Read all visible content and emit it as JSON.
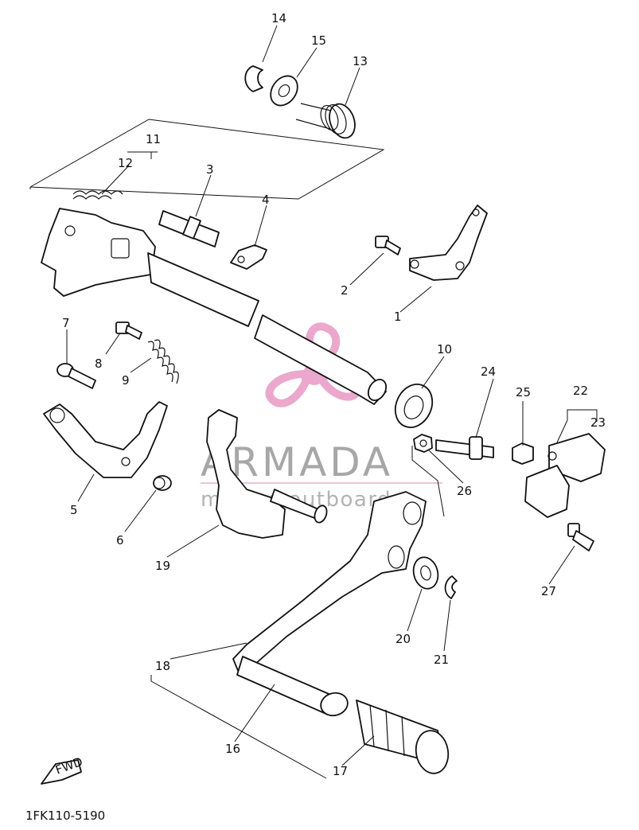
{
  "labels": [
    "1",
    "2",
    "3",
    "4",
    "5",
    "6",
    "7",
    "8",
    "9",
    "10",
    "11",
    "12",
    "13",
    "14",
    "15",
    "16",
    "17",
    "18",
    "19",
    "20",
    "21",
    "22",
    "23",
    "24",
    "25",
    "26",
    "27"
  ],
  "fwd_text": "FWD",
  "catalog_code": "1FK110-5190",
  "watermark": {
    "brand": "ARMADA",
    "tagline": "marine outboards",
    "brand_color": "#8a8a8a",
    "accent_color": "#e89ac4"
  }
}
